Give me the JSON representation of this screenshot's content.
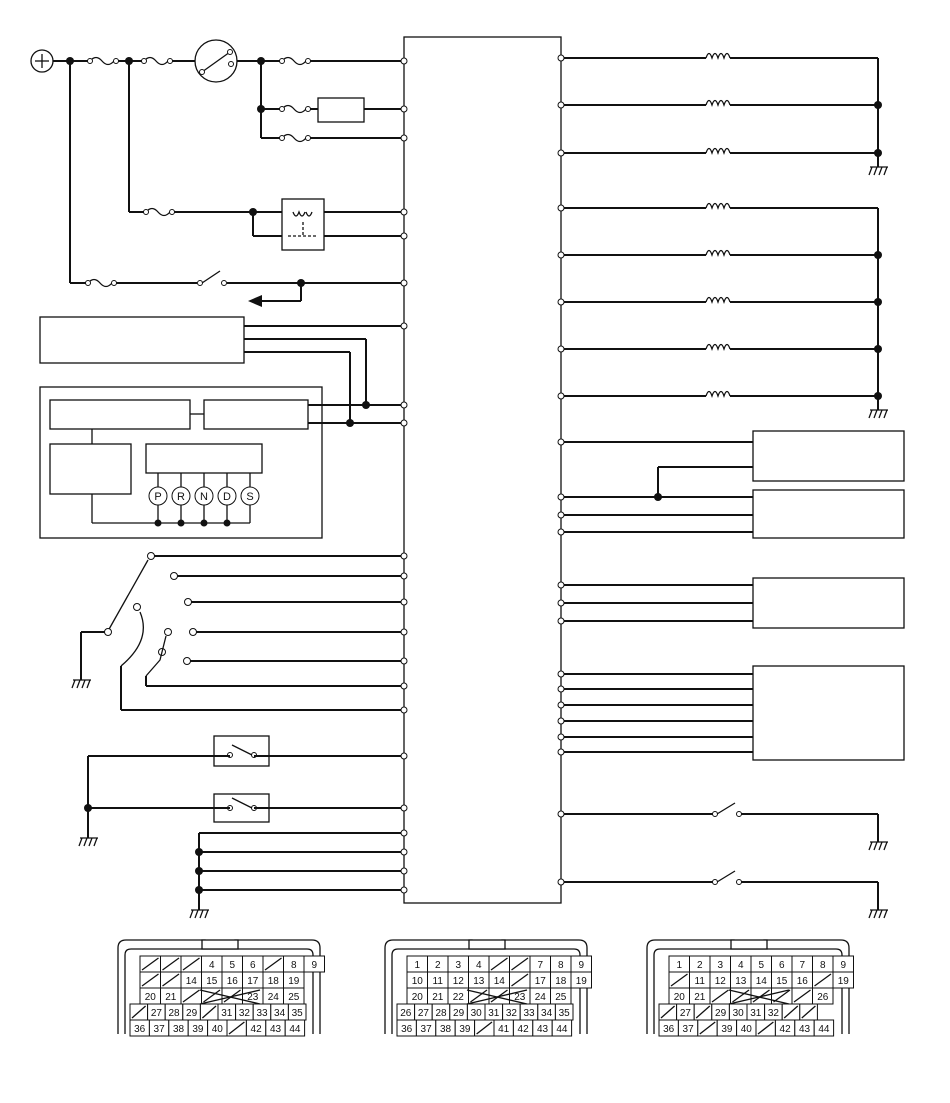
{
  "diagram": {
    "prnds_labels": [
      "P",
      "R",
      "N",
      "D",
      "S"
    ]
  },
  "connectors": [
    {
      "rows": [
        [
          "",
          "",
          "",
          "4",
          "5",
          "6",
          "",
          "8",
          "9"
        ],
        [
          "",
          "",
          "14",
          "15",
          "16",
          "17",
          "18",
          "19"
        ],
        [
          "20",
          "21",
          "",
          "",
          "",
          "23",
          "24",
          "25"
        ],
        [
          "",
          "27",
          "28",
          "29",
          "",
          "31",
          "32",
          "33",
          "34",
          "35"
        ],
        [
          "36",
          "37",
          "38",
          "39",
          "40",
          "",
          "42",
          "43",
          "44"
        ]
      ]
    },
    {
      "rows": [
        [
          "1",
          "2",
          "3",
          "4",
          "",
          "",
          "7",
          "8",
          "9"
        ],
        [
          "10",
          "11",
          "12",
          "13",
          "14",
          "",
          "17",
          "18",
          "19"
        ],
        [
          "20",
          "21",
          "22",
          "",
          "",
          "23",
          "24",
          "25"
        ],
        [
          "26",
          "27",
          "28",
          "29",
          "30",
          "31",
          "32",
          "33",
          "34",
          "35"
        ],
        [
          "36",
          "37",
          "38",
          "39",
          "",
          "41",
          "42",
          "43",
          "44"
        ]
      ]
    },
    {
      "rows": [
        [
          "1",
          "2",
          "3",
          "4",
          "5",
          "6",
          "7",
          "8",
          "9"
        ],
        [
          "",
          "11",
          "12",
          "13",
          "14",
          "15",
          "16",
          "",
          "19"
        ],
        [
          "20",
          "21",
          "",
          "",
          "",
          "",
          "",
          "26"
        ],
        [
          "",
          "27",
          "",
          "29",
          "30",
          "31",
          "32",
          "",
          ""
        ],
        [
          "36",
          "37",
          "",
          "39",
          "40",
          "",
          "42",
          "43",
          "44"
        ]
      ]
    }
  ]
}
